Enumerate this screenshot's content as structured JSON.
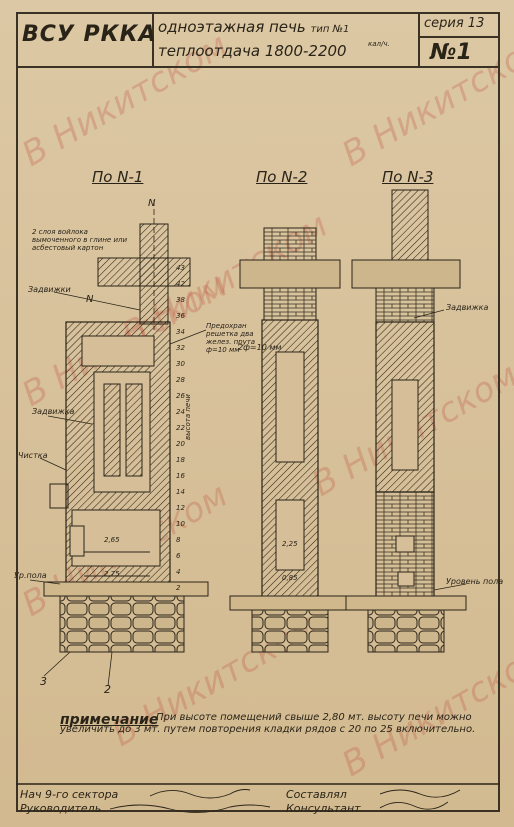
{
  "header": {
    "org": "ВСУ РККА",
    "title": "одноэтажная печь",
    "type": "тип №1",
    "subtitle": "теплоотдача 1800-2200",
    "unit": "кал/ч.",
    "series": "серия 13",
    "number": "№1"
  },
  "views": [
    {
      "label": "По N-1"
    },
    {
      "label": "По N-2"
    },
    {
      "label": "По N-3"
    }
  ],
  "annotations": {
    "roof_layers": "2 слоя войлока вымоченного в глине или асбестовый картон",
    "dampers": "Задвижки",
    "damper": "Задвижка",
    "damper_right": "Задвижка",
    "cleanout": "Чистка",
    "floor_level_left": "Ур.пола",
    "floor_level_right": "Уровень пола",
    "grille": "Предохран решетка два желез. прута ф=10 мм",
    "pipe_dim": "2ф=10 мм",
    "section_mark_top": "N",
    "section_mark_mid": "N",
    "dim_265": "2,65",
    "dim_275": "2,75",
    "dim_225": "2,25",
    "dim_085": "0,85",
    "label_3": "3",
    "label_2": "2",
    "height_label": "высота печи"
  },
  "row_numbers": [
    "43",
    "42",
    "38",
    "36",
    "34",
    "32",
    "30",
    "28",
    "26",
    "24",
    "22",
    "20",
    "18",
    "16",
    "14",
    "12",
    "10",
    "8",
    "6",
    "4",
    "2"
  ],
  "note": {
    "head": "примечание",
    "body": "При высоте помещений свыше 2,80 мт. высоту печи можно увеличить до 3 мт. путем повторения кладки рядов с 20 по 25 включительно."
  },
  "footer": {
    "sector_chief": "Нач 9-го сектора",
    "compiled": "Составлял",
    "manager": "Руководитель",
    "consultant": "Консультант"
  },
  "watermark": "В Никитском"
}
